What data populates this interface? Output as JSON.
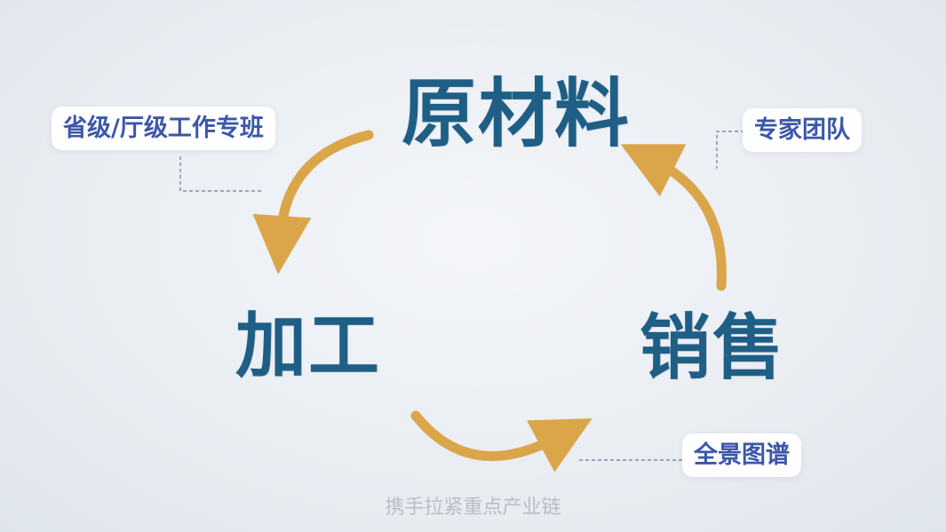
{
  "nodes": {
    "raw_material": "原材料",
    "processing": "加工",
    "sales": "销售"
  },
  "tags": {
    "team": "省级/厅级工作专班",
    "experts": "专家团队",
    "panorama": "全景图谱"
  },
  "caption": "携手拉紧重点产业链",
  "colors": {
    "node_text": "#1f5f86",
    "tag_text": "#3b57a8",
    "arrow": "#dba54a",
    "connector": "#6b7a9a"
  }
}
